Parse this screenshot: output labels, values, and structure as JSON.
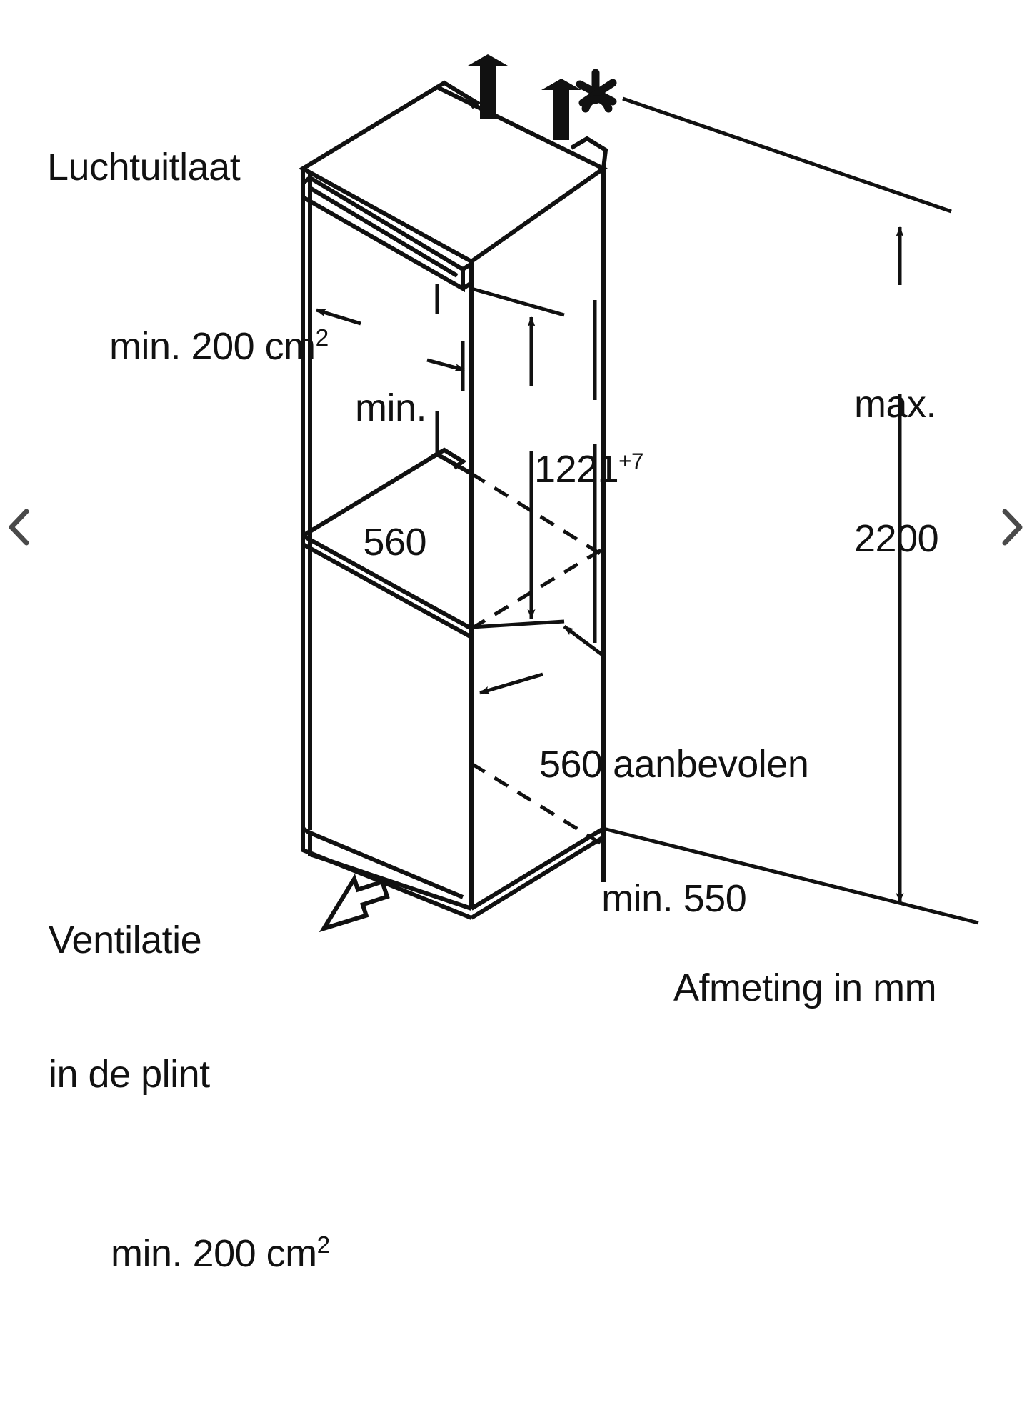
{
  "diagram": {
    "title": "Inbouwnis afmetingen koel-vriescombinatie",
    "units_note": "Afmeting in mm",
    "line_color": "#111111",
    "background_color": "#ffffff",
    "nav_icon_color": "#4a4a4a"
  },
  "labels": {
    "air_outlet": "Luchtuitlaat\nmin. 200 cm²",
    "air_outlet_line1": "Luchtuitlaat",
    "air_outlet_line2_prefix": "min. 200 cm",
    "air_outlet_line2_sup": "2",
    "plinth_vent_line1": "Ventilatie",
    "plinth_vent_line2": "in de plint",
    "plinth_vent_line3_prefix": "min. 200 cm",
    "plinth_vent_line3_sup": "2",
    "niche_width_line1": "min.",
    "niche_width_line2": "560",
    "niche_height_value": "1221",
    "niche_height_tolerance": "+7",
    "depth_line1": "560 aanbevolen",
    "depth_line2": "min. 550",
    "max_height_line1": "max.",
    "max_height_line2": "2200",
    "units": "Afmeting in mm"
  },
  "dimensions": {
    "niche_width_min_mm": 560,
    "niche_height_mm": 1221,
    "niche_height_tolerance_mm": 7,
    "niche_depth_recommended_mm": 560,
    "niche_depth_min_mm": 550,
    "max_installation_height_mm": 2200,
    "air_outlet_area_cm2": 200,
    "plinth_vent_area_cm2": 200
  },
  "annotations": {
    "exhaust_arrow_1": "air-exhaust-up",
    "exhaust_arrow_2": "air-exhaust-up",
    "asterisk_marker": "*",
    "plinth_inlet_arrow": "air-inlet-into-plinth"
  },
  "navigation": {
    "prev_label": "Vorige afbeelding",
    "next_label": "Volgende afbeelding",
    "prev_icon": "chevron-left-icon",
    "next_icon": "chevron-right-icon"
  }
}
